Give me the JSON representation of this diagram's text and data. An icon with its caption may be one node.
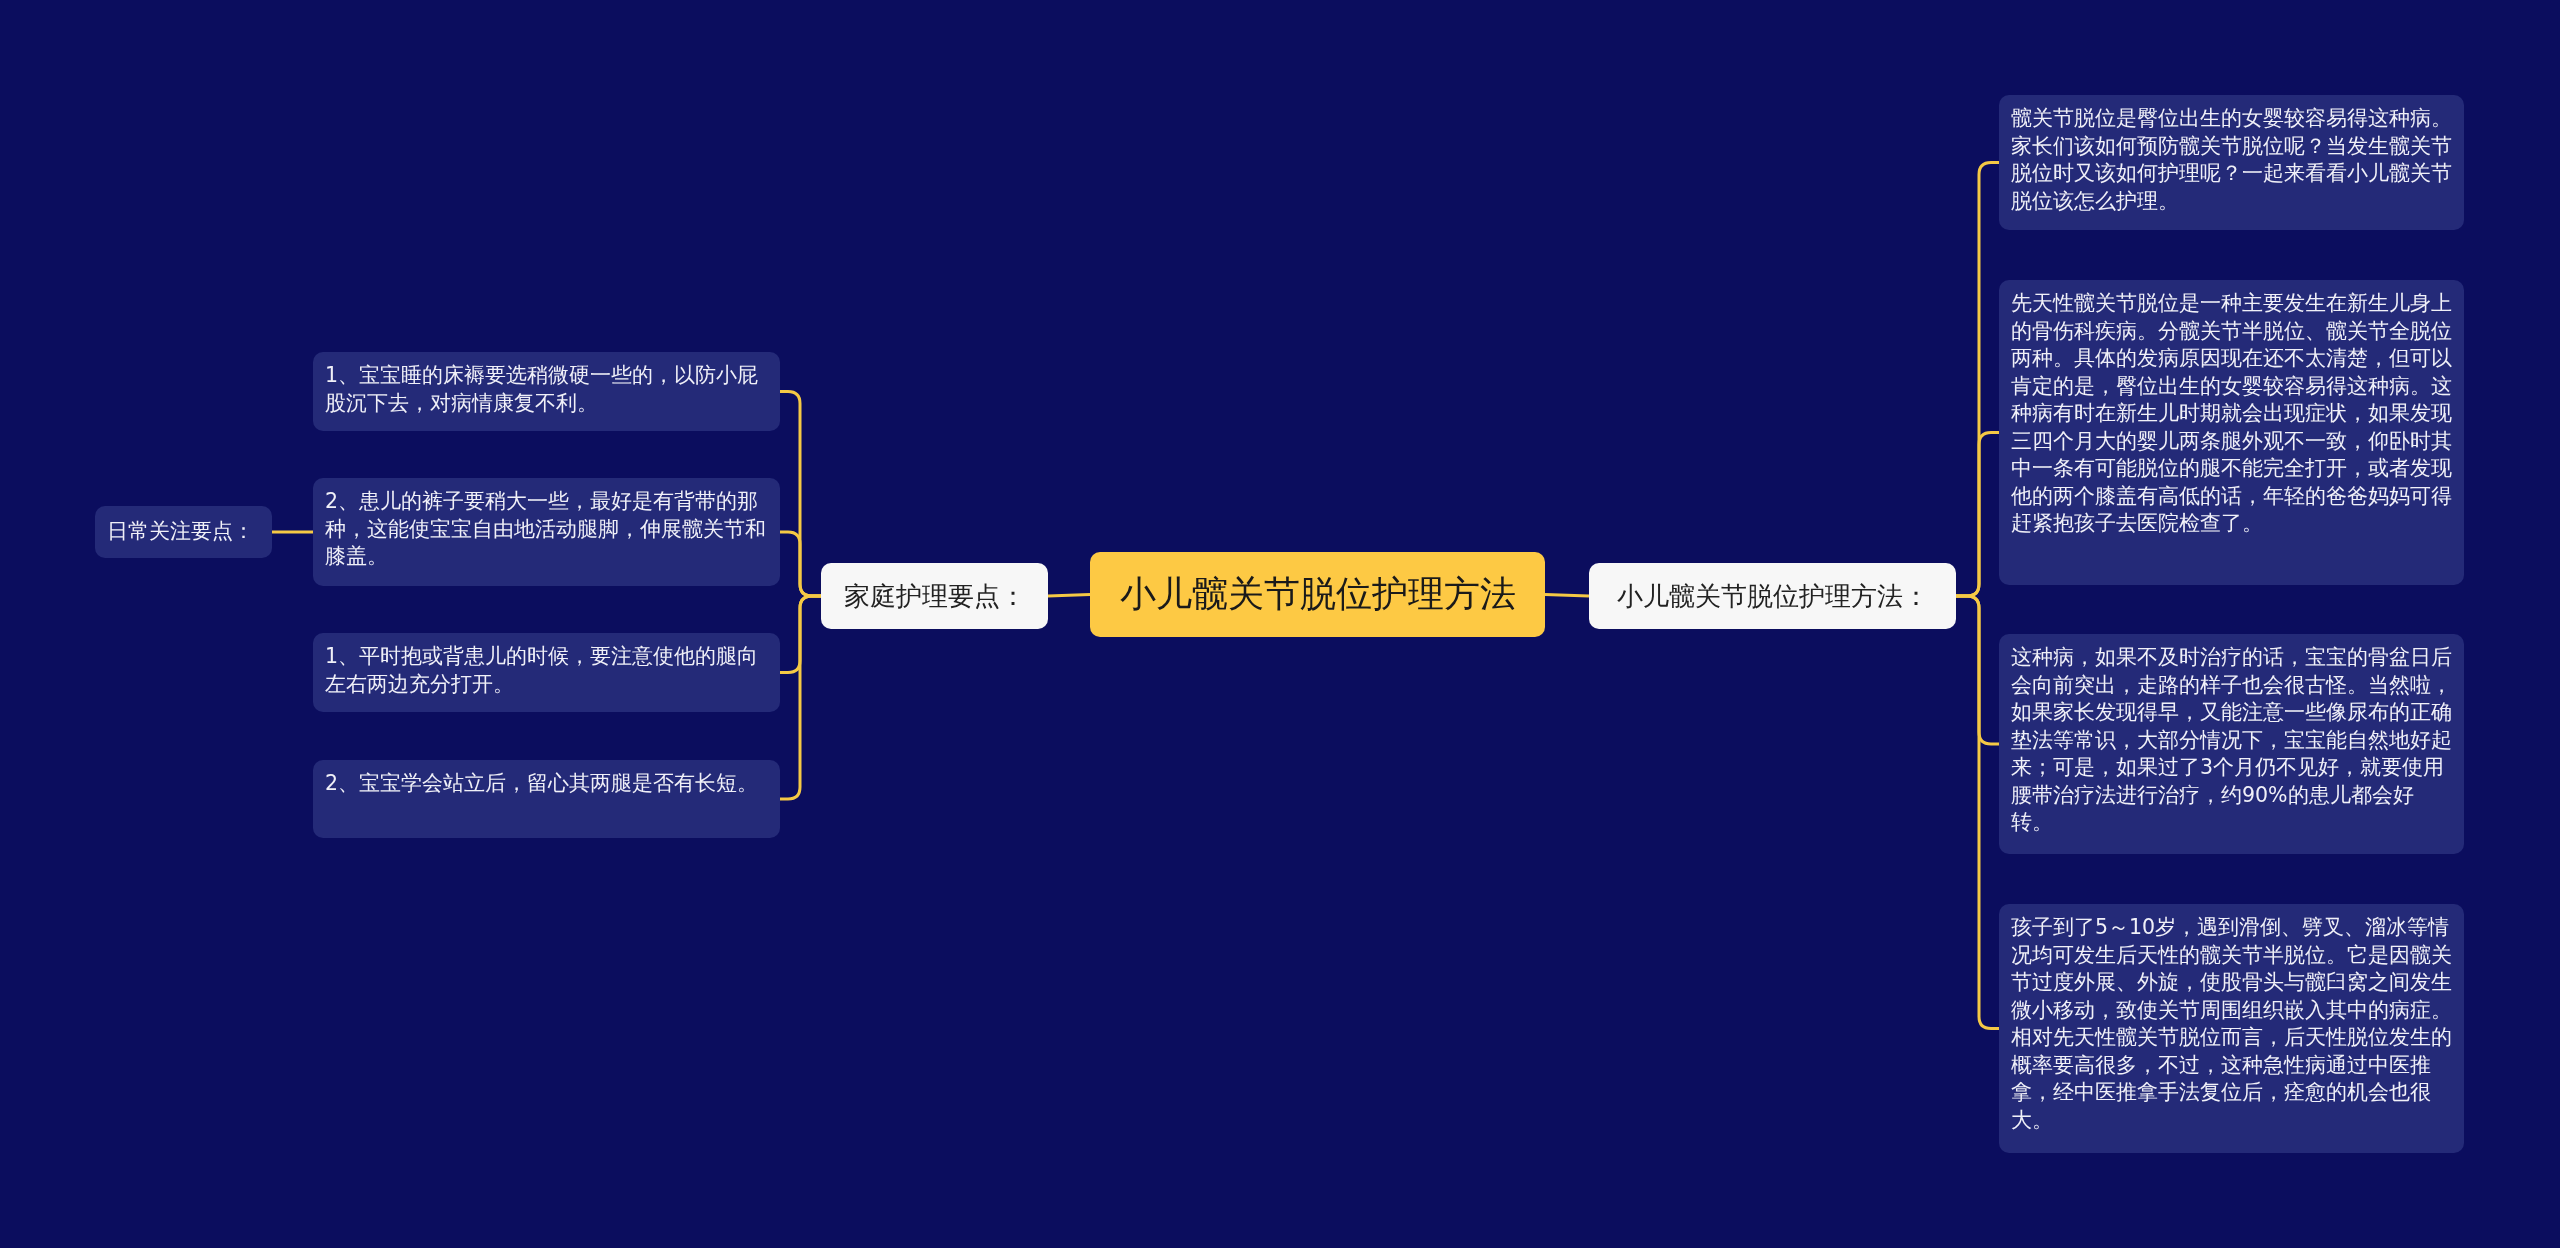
{
  "diagram": {
    "nodes": [
      {
        "text": [
          "小儿髋关节脱位护理方法"
        ]
      },
      {
        "text": [
          "家庭护理要点："
        ]
      },
      {
        "text": [
          "1、宝宝睡的床褥要选稍微硬一些的，以防小屁股沉下去，对病情康复不利。"
        ]
      },
      {
        "text": [
          "2、患儿的裤子要稍大一些，最好是有背带的那种，这能使宝宝自由地活动腿脚，伸展髋关节和膝盖。"
        ]
      },
      {
        "text": [
          "1、平时抱或背患儿的时候，要注意使他的腿向左右两边充分打开。"
        ]
      },
      {
        "text": [
          "2、宝宝学会站立后，留心其两腿是否有长短。"
        ]
      },
      {
        "text": [
          "日常关注要点："
        ]
      },
      {
        "text": [
          "小儿髋关节脱位护理方法："
        ]
      },
      {
        "text": [
          "髋关节脱位是臀位出生的女婴较容易得这种病。家长们该如何预防髋关节脱位呢？当发生髋关节脱位时又该如何护理呢？一起来看看小儿髋关节脱位该怎么护理。"
        ]
      },
      {
        "text": [
          "先天性髋关节脱位是一种主要发生在新生儿身上的骨伤科疾病。分髋关节半脱位、髋关节全脱位两种。具体的发病原因现在还不太清楚，但可以肯定的是，臀位出生的女婴较容易得这种病。这种病有时在新生儿时期就会出现症状，如果发现三四个月大的婴儿两条腿外观不一致，仰卧时其中一条有可能脱位的腿不能完全打开，或者发现他的两个膝盖有高低的话，年轻的爸爸妈妈可得赶紧抱孩子去医院检查了。"
        ]
      },
      {
        "text": [
          "这种病，如果不及时治疗的话，宝宝的骨盆日后会向前突出，走路的样子也会很古怪。当然啦，如果家长发现得早，又能注意一些像尿布的正确垫法等常识，大部分情况下，宝宝能自然地好起来；可是，如果过了3个月仍不见好，就要使用腰带治疗法进行治疗，约90%的患儿都会好转。"
        ]
      },
      {
        "text": [
          "孩子到了5～10岁，遇到滑倒、劈叉、溜冰等情况均可发生后天性的髋关节半脱位。它是因髋关节过度外展、外旋，使股骨头与髋臼窝之间发生微小移动，致使关节周围组织嵌入其中的病症。相对先天性髋关节脱位而言，后天性脱位发生的概率要高很多，不过，这种急性病通过中医推拿，经中医推拿手法复位后，痊愈的机会也很大。"
        ]
      }
    ],
    "edges": [
      {
        "from": 0,
        "to": 1,
        "arrow": "none"
      },
      {
        "from": 1,
        "to": 2,
        "arrow": "none"
      },
      {
        "from": 1,
        "to": 3,
        "arrow": "none"
      },
      {
        "from": 1,
        "to": 4,
        "arrow": "none"
      },
      {
        "from": 1,
        "to": 5,
        "arrow": "none"
      },
      {
        "from": 3,
        "to": 6,
        "arrow": "none"
      },
      {
        "from": 0,
        "to": 7,
        "arrow": "none"
      },
      {
        "from": 7,
        "to": 8,
        "arrow": "none"
      },
      {
        "from": 7,
        "to": 9,
        "arrow": "none"
      },
      {
        "from": 7,
        "to": 10,
        "arrow": "none"
      },
      {
        "from": 7,
        "to": 11,
        "arrow": "none"
      }
    ]
  }
}
